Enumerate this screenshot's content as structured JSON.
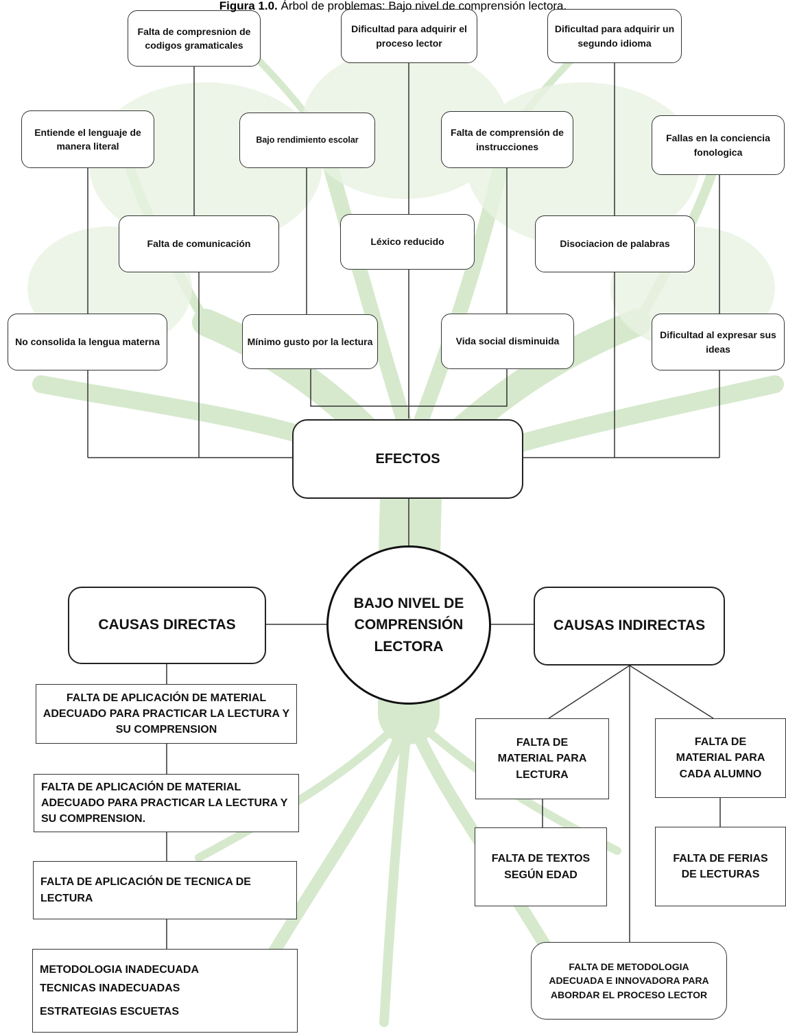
{
  "caption": {
    "prefix": "Figura 1.0.",
    "text": "Árbol de problemas: Bajo nivel de comprensión lectora."
  },
  "colors": {
    "tree": "#d8ead0",
    "tree_dark": "#c7e0bd",
    "line": "#333333"
  },
  "effects_top": [
    "Falta de compresnion de codigos gramaticales",
    "Dificultad para adquirir el proceso lector",
    "Dificultad para adquirir un segundo idioma"
  ],
  "effects_row2": [
    "Entiende el lenguaje de manera literal",
    "Bajo rendimiento escolar",
    "Falta de comprensión de instrucciones",
    "Fallas en la conciencia fonologica"
  ],
  "effects_row3": [
    "Falta de comunicación",
    "Léxico reducido",
    "Disociacion de palabras"
  ],
  "effects_row4": [
    "No consolida la lengua materna",
    "Mínimo gusto por la lectura",
    "Vida social disminuida",
    "Dificultad al expresar sus ideas"
  ],
  "efectos_label": "EFECTOS",
  "central_problem": "BAJO NIVEL DE COMPRENSIÓN LECTORA",
  "causas_directas": {
    "label": "CAUSAS DIRECTAS",
    "items": [
      "FALTA DE APLICACIÓN DE MATERIAL ADECUADO PARA PRACTICAR LA LECTURA Y SU COMPRENSION",
      "FALTA DE APLICACIÓN DE MATERIAL ADECUADO PARA PRACTICAR LA LECTURA Y SU COMPRENSION.",
      "FALTA DE APLICACIÓN DE TECNICA DE LECTURA"
    ],
    "last_lines": [
      "METODOLOGIA INADECUADA",
      "TECNICAS INADECUADAS",
      "ESTRATEGIAS ESCUETAS"
    ]
  },
  "causas_indirectas": {
    "label": "CAUSAS INDIRECTAS",
    "items": [
      "FALTA DE MATERIAL PARA LECTURA",
      "FALTA DE MATERIAL PARA CADA ALUMNO",
      "FALTA DE TEXTOS SEGÚN EDAD",
      "FALTA DE FERIAS DE LECTURAS",
      "FALTA DE METODOLOGIA ADECUADA E INNOVADORA PARA ABORDAR EL PROCESO LECTOR"
    ]
  }
}
